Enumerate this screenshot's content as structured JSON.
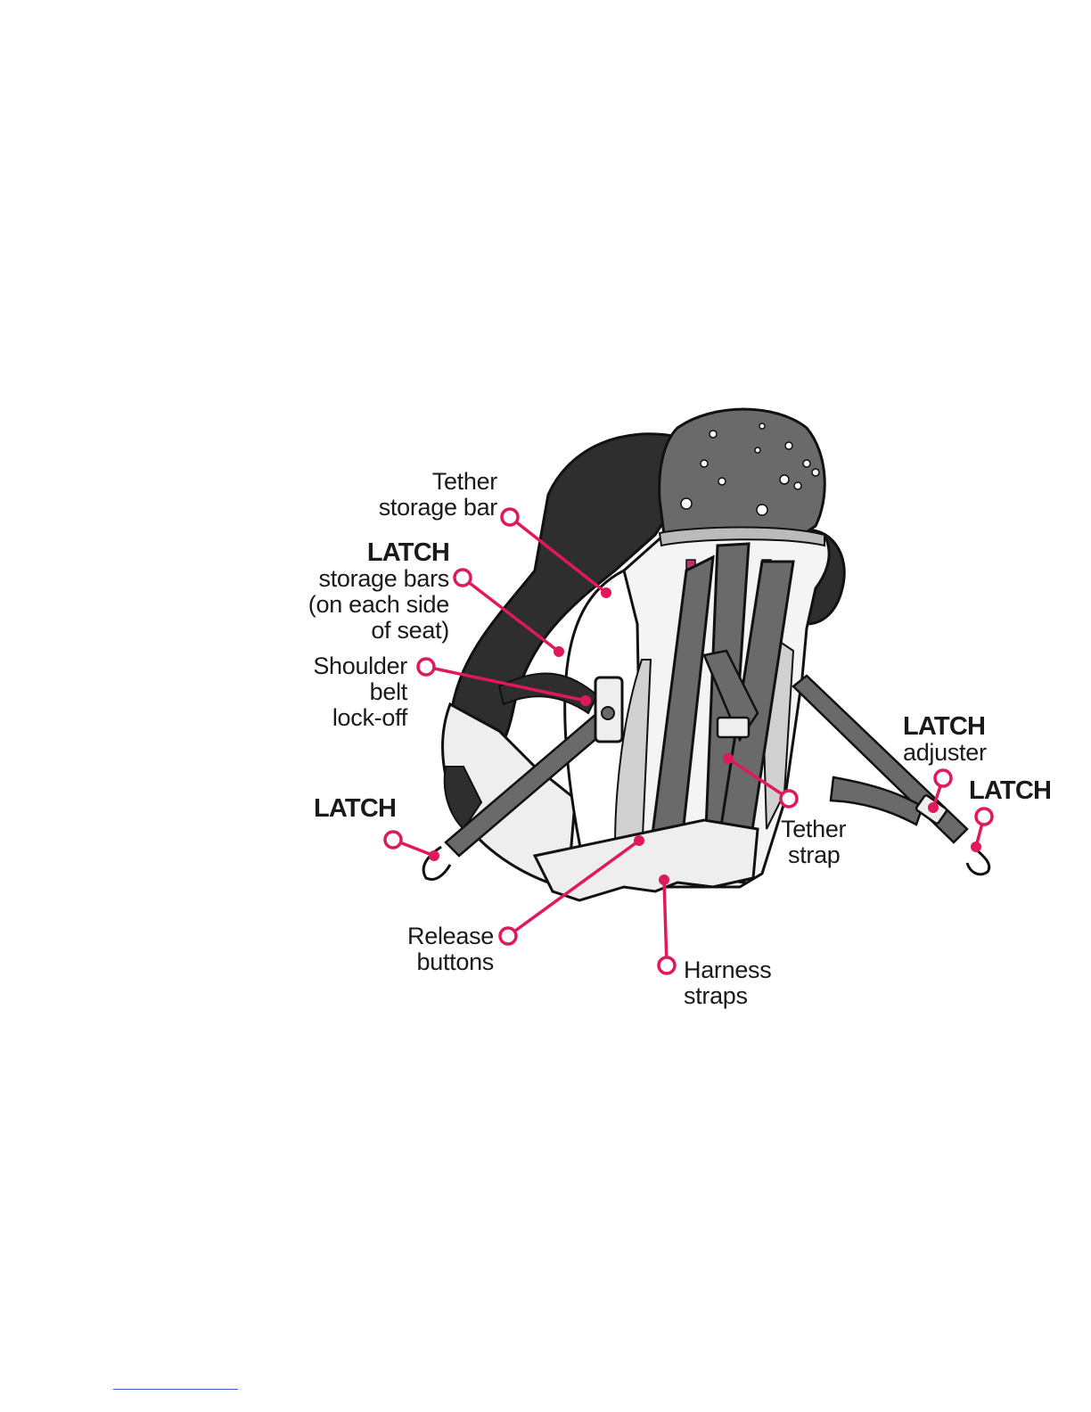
{
  "accent_color": "#e0195a",
  "labels": {
    "tether_storage_bar": [
      "Tether",
      "storage bar"
    ],
    "latch_storage_bars": {
      "heading": "LATCH",
      "lines": [
        "storage bars",
        "(on each side",
        "of seat)"
      ]
    },
    "shoulder_belt_lock_off": [
      "Shoulder",
      "belt",
      "lock-off"
    ],
    "latch_left": "LATCH",
    "release_buttons": [
      "Release",
      "buttons"
    ],
    "harness_straps": [
      "Harness",
      "straps"
    ],
    "tether_strap": [
      "Tether",
      "strap"
    ],
    "latch_adjuster": {
      "heading": "LATCH",
      "lines": [
        "adjuster"
      ]
    },
    "latch_right": "LATCH"
  }
}
